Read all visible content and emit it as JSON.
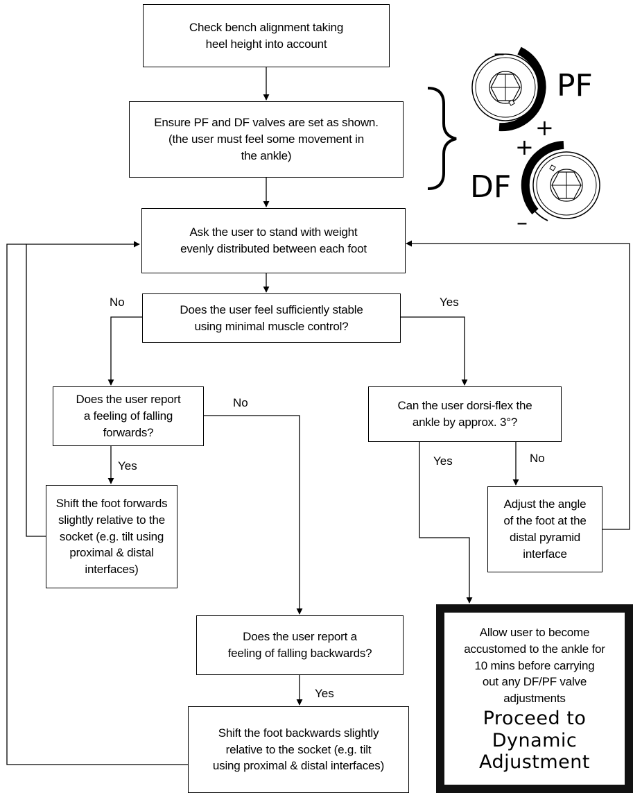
{
  "boxes": {
    "bench": [
      "Check bench alignment taking",
      "heel height into account"
    ],
    "valves": [
      "Ensure PF and DF valves are set as shown.",
      "(the user must feel some movement in",
      "the ankle)"
    ],
    "stand": [
      "Ask the user to stand with weight",
      "evenly distributed between each foot"
    ],
    "stable": [
      "Does the user feel sufficiently stable",
      "using minimal muscle control?"
    ],
    "forwards_q": [
      "Does the user report",
      "a feeling of falling",
      "forwards?"
    ],
    "dorsi_q": [
      "Can the user dorsi-flex the",
      "ankle by approx. 3°?"
    ],
    "shift_fwd": [
      "Shift the foot forwards",
      "slightly relative to the",
      "socket (e.g. tilt using",
      "proximal & distal",
      "interfaces)"
    ],
    "adjust_angle": [
      "Adjust the angle",
      "of the foot at the",
      "distal pyramid",
      "interface"
    ],
    "backwards_q": [
      "Does the user report a",
      "feeling of falling backwards?"
    ],
    "shift_back": [
      "Shift the foot backwards slightly",
      "relative to the socket (e.g. tilt",
      "using proximal & distal interfaces)"
    ],
    "final": [
      "Allow user to become",
      "accustomed to the ankle for",
      "10 mins before carrying",
      "out any DF/PF valve",
      "adjustments"
    ],
    "final_proceed": [
      "Proceed to",
      "Dynamic",
      "Adjustment"
    ]
  },
  "labels": {
    "stable_no": "No",
    "stable_yes": "Yes",
    "forwards_no": "No",
    "forwards_yes": "Yes",
    "dorsi_yes": "Yes",
    "dorsi_no": "No",
    "backwards_yes": "Yes"
  },
  "valve_diagram": {
    "pf_label": "PF",
    "df_label": "DF",
    "pf_minus": "–",
    "pf_plus": "+",
    "df_plus": "+",
    "df_minus": "–"
  }
}
